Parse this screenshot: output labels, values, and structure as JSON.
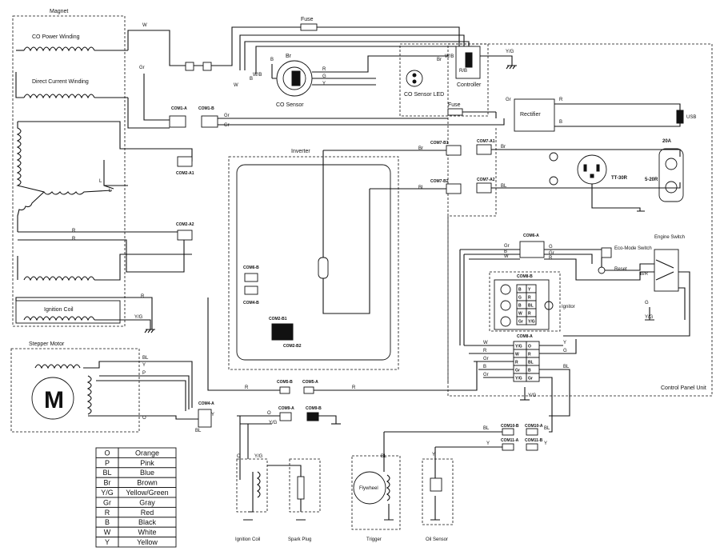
{
  "magnet": {
    "title": "Magnet",
    "co_power_winding": "CO Power Winding",
    "direct_current_winding": "Direct Current Winding",
    "ignition_coil": "Ignition Coil"
  },
  "stepper_motor": {
    "title": "Stepper Motor",
    "symbol": "M"
  },
  "inverter": {
    "title": "Inverter"
  },
  "control_panel": {
    "title": "Control Panel Unit"
  },
  "components": {
    "fuse_top": "Fuse",
    "fuse_mid": "Fuse",
    "co_sensor": "CO Sensor",
    "co_sensor_led": "CO Sensor LED",
    "controller": "Controller",
    "rectifier": "Rectifier",
    "usb": "USB",
    "tt30r": "TT-30R",
    "outlet_520r": "5-20R",
    "breaker_20a": "20A",
    "eco_mode_switch": "Eco-Mode Switch",
    "reset": "Reset",
    "engine_switch": "Engine Switch",
    "ignitor": "Ignitor",
    "ignition_coil_bottom": "Ignition Coil",
    "spark_plug": "Spark Plug",
    "trigger": "Trigger",
    "flywheel": "Flywheel",
    "oil_sensor": "Oil Sensor"
  },
  "connectors": {
    "com1a": "COM1-A",
    "com1b": "COM1-B",
    "com2a1": "COM2-A1",
    "com2a2": "COM2-A2",
    "com2b1": "COM2-B1",
    "com2b2": "COM2-B2",
    "com4a": "COM4-A",
    "com4b": "COM4-B",
    "com5a": "COM5-A",
    "com5b": "COM5-B",
    "com6a": "COM6-A",
    "com6b": "COM6-B",
    "com7a1": "COM7-A1",
    "com7a2": "COM7-A2",
    "com7b1": "COM7-B1",
    "com7b2": "COM7-B2",
    "com8a": "COM8-A",
    "com8b": "COM8-B",
    "com9a": "COM9-A",
    "com9b": "COM9-B",
    "com10a": "COM10-A",
    "com10b": "COM10-B",
    "com11a": "COM11-A",
    "com11b": "COM11-B"
  },
  "wire_labels": {
    "W": "W",
    "Gr": "Gr",
    "Br": "Br",
    "R": "R",
    "G": "G",
    "Y": "Y",
    "B": "B",
    "BL": "BL",
    "P": "P",
    "O": "O",
    "L": "L",
    "YG": "Y/G",
    "WB": "W/B",
    "RB": "R/B",
    "BR": "B/R"
  },
  "pin_tables": {
    "com8b": [
      [
        "B",
        "Y"
      ],
      [
        "G",
        "R"
      ],
      [
        "B",
        "BL"
      ],
      [
        "W",
        "R"
      ],
      [
        "Gr",
        "Y/G"
      ]
    ],
    "com8a": [
      [
        "Y/G",
        "O"
      ],
      [
        "W",
        "R"
      ],
      [
        "R",
        "BL"
      ],
      [
        "Gr",
        "B"
      ],
      [
        "Y/G",
        "Gr"
      ]
    ]
  },
  "legend": [
    {
      "code": "O",
      "name": "Orange"
    },
    {
      "code": "P",
      "name": "Pink"
    },
    {
      "code": "BL",
      "name": "Blue"
    },
    {
      "code": "Br",
      "name": "Brown"
    },
    {
      "code": "Y/G",
      "name": "Yellow/Green"
    },
    {
      "code": "Gr",
      "name": "Gray"
    },
    {
      "code": "R",
      "name": "Red"
    },
    {
      "code": "B",
      "name": "Black"
    },
    {
      "code": "W",
      "name": "White"
    },
    {
      "code": "Y",
      "name": "Yellow"
    }
  ]
}
